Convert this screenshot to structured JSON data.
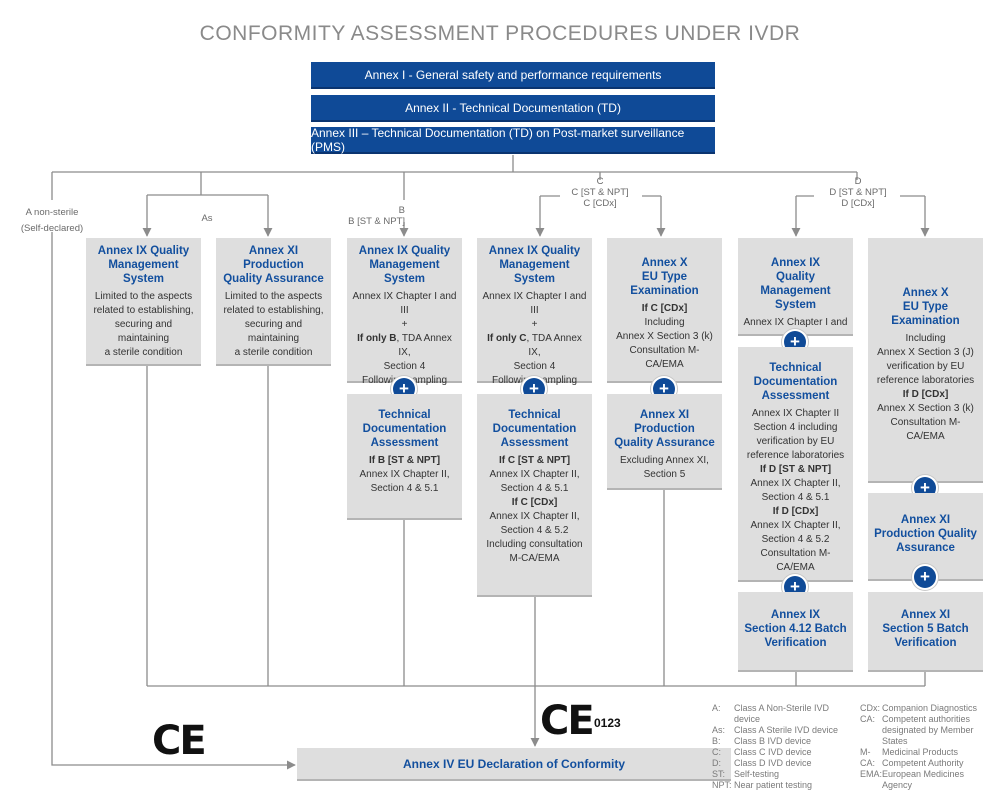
{
  "title": "CONFORMITY ASSESSMENT PROCEDURES UNDER IVDR",
  "annex_bars": [
    "Annex I - General safety and performance requirements",
    "Annex II - Technical Documentation (TD)",
    "Annex III – Technical Documentation (TD) on Post-market surveillance (PMS)"
  ],
  "branches": {
    "a": [
      "A non-sterile",
      "(Self-declared)"
    ],
    "as": "As",
    "b": [
      "B",
      "B [ST & NPT]"
    ],
    "c": [
      "C",
      "C [ST & NPT]",
      "C [CDx]"
    ],
    "d": [
      "D",
      "D [ST & NPT]",
      "D [CDx]"
    ]
  },
  "boxes": {
    "as_qms": {
      "title": [
        "Annex IX Quality",
        "Management System"
      ],
      "lines": [
        "Limited to the aspects",
        "related to establishing,",
        "securing and maintaining",
        "a sterile condition"
      ]
    },
    "as_pqa": {
      "title": [
        "Annex XI Production",
        "Quality Assurance"
      ],
      "lines": [
        "Limited to the aspects",
        "related to establishing,",
        "securing and maintaining",
        "a sterile condition"
      ]
    },
    "b_qms": {
      "title": [
        "Annex IX Quality",
        "Management System"
      ],
      "l1": "Annex IX Chapter I and III",
      "l2": "+",
      "bold": "If only B",
      "rest": ", TDA Annex IX,",
      "l4": "Section 4",
      "l5": "Following sampling plan"
    },
    "b_tda": {
      "title": [
        "Technical",
        "Documentation",
        "Assessment"
      ],
      "bold1": "If B [ST & NPT]",
      "lines": [
        "Annex IX Chapter II,",
        "Section 4 & 5.1"
      ]
    },
    "c_qms": {
      "title": [
        "Annex IX Quality",
        "Management System"
      ],
      "l1": "Annex IX Chapter I and III",
      "l2": "+",
      "bold": "If only C",
      "rest": ", TDA Annex IX,",
      "l4": "Section 4",
      "l5": "Following sampling plan"
    },
    "c_tda": {
      "title": [
        "Technical",
        "Documentation",
        "Assessment"
      ],
      "bold1": "If C [ST & NPT]",
      "lines1": [
        "Annex IX Chapter II,",
        "Section 4 & 5.1"
      ],
      "bold2": "If C [CDx]",
      "lines2": [
        "Annex IX Chapter II,",
        "Section 4 & 5.2",
        "Including consultation",
        "M-CA/EMA"
      ]
    },
    "c_eut": {
      "title": [
        "Annex X",
        "EU Type",
        "Examination"
      ],
      "bold1": "If C [CDx]",
      "lines": [
        "Including",
        "Annex X Section 3 (k)",
        "Consultation M-CA/EMA"
      ]
    },
    "c_pqa": {
      "title": [
        "Annex XI Production",
        "Quality Assurance"
      ],
      "lines": [
        "Excluding Annex XI,",
        "Section 5"
      ]
    },
    "d_qms": {
      "title": [
        "Annex IX",
        "Quality Management",
        "System"
      ],
      "lines": [
        "Annex IX Chapter I and III"
      ]
    },
    "d_tda": {
      "title": [
        "Technical",
        "Documentation",
        "Assessment"
      ],
      "lines0": [
        "Annex IX Chapter II",
        "Section 4 including",
        "verification by EU",
        "reference laboratories"
      ],
      "bold1": "If D [ST & NPT]",
      "lines1": [
        "Annex IX Chapter II,",
        "Section 4 & 5.1"
      ],
      "bold2": "If D [CDx]",
      "lines2": [
        "Annex IX Chapter II,",
        "Section 4 & 5.2",
        "Consultation M-CA/EMA"
      ]
    },
    "d_batch": {
      "title": [
        "Annex IX",
        "Section 4.12 Batch",
        "Verification"
      ]
    },
    "d_eut": {
      "title": [
        "Annex X",
        "EU Type",
        "Examination"
      ],
      "lines0": [
        "Including",
        "Annex X Section 3 (J)",
        "verification by EU",
        "reference laboratories"
      ],
      "bold1": "If D [CDx]",
      "lines1": [
        "Annex X Section 3 (k)",
        "Consultation M-CA/EMA"
      ]
    },
    "d_pqa": {
      "title": [
        "Annex XI",
        "Production Quality",
        "Assurance"
      ]
    },
    "d_batch2": {
      "title": [
        "Annex XI",
        "Section 5 Batch",
        "Verification"
      ]
    }
  },
  "plus_glyph": "+",
  "ce_mark": "CE",
  "notified_body": "0123",
  "declaration": "Annex IV EU Declaration of Conformity",
  "legend_left": [
    {
      "k": "A:",
      "v": [
        "Class A Non-Sterile IVD",
        "device"
      ]
    },
    {
      "k": "As:",
      "v": [
        "Class A Sterile IVD device"
      ]
    },
    {
      "k": "B:",
      "v": [
        "Class B IVD device"
      ]
    },
    {
      "k": "C:",
      "v": [
        "Class C IVD device"
      ]
    },
    {
      "k": "D:",
      "v": [
        "Class D IVD device"
      ]
    },
    {
      "k": "ST:",
      "v": [
        "Self-testing"
      ]
    },
    {
      "k": "NPT:",
      "v": [
        "Near patient testing"
      ]
    }
  ],
  "legend_right": [
    {
      "k": "CDx:",
      "v": [
        "Companion Diagnostics"
      ]
    },
    {
      "k": "CA:",
      "v": [
        "Competent authorities",
        "designated by Member",
        "States"
      ]
    },
    {
      "k": "M-CA:",
      "v": [
        "Medicinal Products",
        "Competent Authority"
      ]
    },
    {
      "k": "EMA:",
      "v": [
        "European Medicines",
        "Agency"
      ]
    }
  ],
  "colors": {
    "navy": "#0f4a97",
    "box": "#dedede",
    "heading": "#124f9e",
    "line": "#8c8c8c"
  }
}
